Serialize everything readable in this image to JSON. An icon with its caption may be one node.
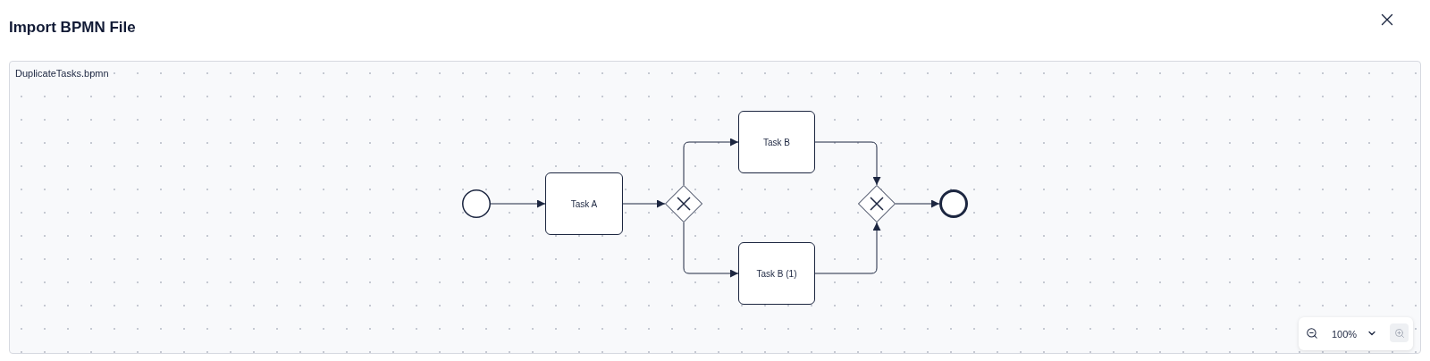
{
  "diagram": {
    "title": "Import BPMN File",
    "nodes": [
      {
        "text": [],
        "shape": "circle"
      },
      {
        "text": [
          "Task A"
        ]
      },
      {
        "text": [],
        "shape": "diamond"
      },
      {
        "text": [
          "Task B"
        ]
      },
      {
        "text": [
          "Task B (1)"
        ]
      },
      {
        "text": [],
        "shape": "diamond"
      },
      {
        "text": [],
        "shape": "circle"
      }
    ],
    "edges": [
      {
        "from": 0,
        "to": 1,
        "arrow": "to"
      },
      {
        "from": 1,
        "to": 2,
        "arrow": "to"
      },
      {
        "from": 2,
        "to": 3,
        "arrow": "to"
      },
      {
        "from": 2,
        "to": 4,
        "arrow": "to"
      },
      {
        "from": 3,
        "to": 5,
        "arrow": "to"
      },
      {
        "from": 4,
        "to": 5,
        "arrow": "to"
      },
      {
        "from": 5,
        "to": 6,
        "arrow": "to"
      }
    ],
    "labels": [
      "DuplicateTasks.bpmn",
      "100%"
    ]
  }
}
